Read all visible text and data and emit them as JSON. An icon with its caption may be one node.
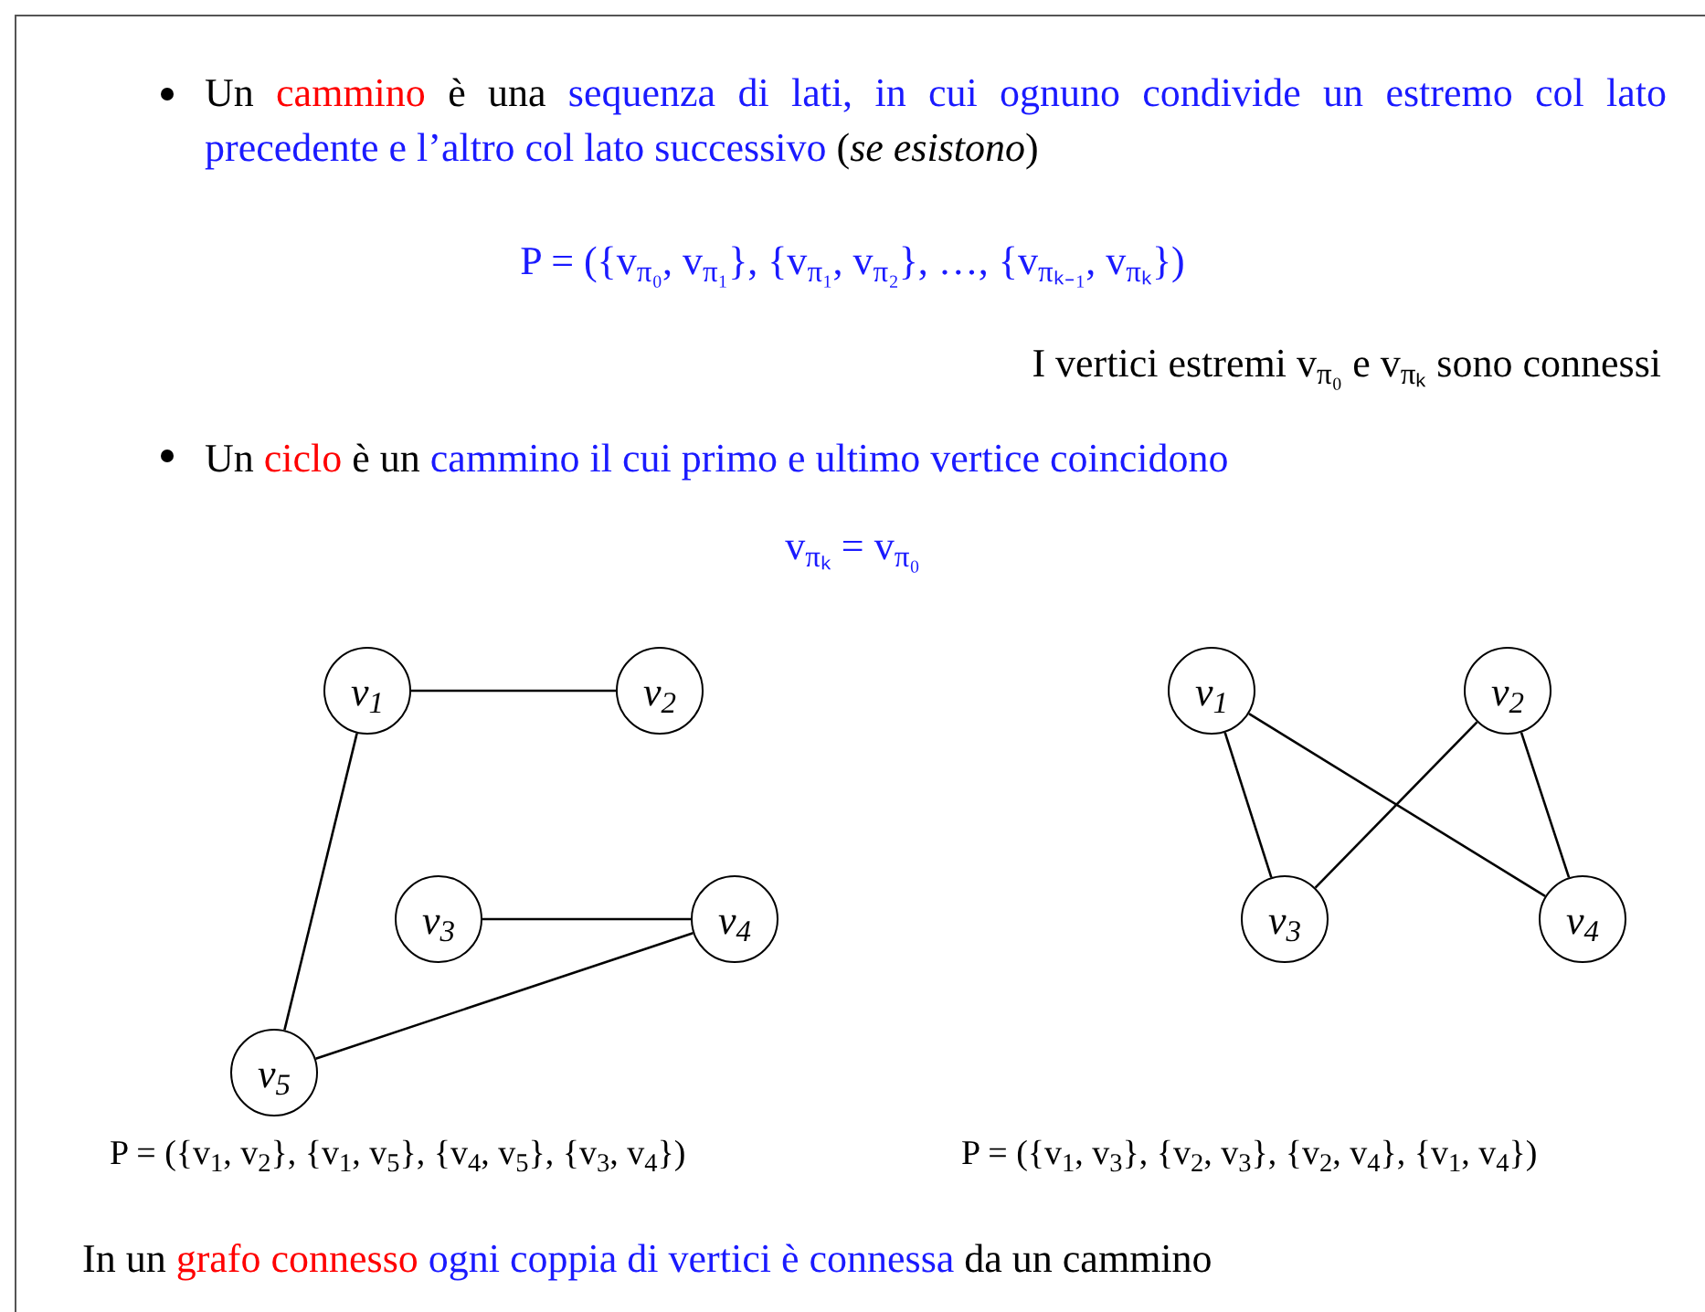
{
  "diagram": {
    "nodes": [
      {
        "text": [
          "v$_{1}$"
        ]
      },
      {
        "text": [
          "v$_{2}$"
        ]
      },
      {
        "text": [
          "v$_{3}$"
        ]
      },
      {
        "text": [
          "v$_{4}$"
        ]
      },
      {
        "text": [
          "v$_{5}$"
        ]
      },
      {
        "text": [
          "v$_{1}$"
        ]
      },
      {
        "text": [
          "v$_{2}$"
        ]
      },
      {
        "text": [
          "v$_{3}$"
        ]
      },
      {
        "text": [
          "v$_{4}$"
        ]
      }
    ],
    "edges": [
      {
        "from": 0,
        "to": 1,
        "arrow": "none"
      },
      {
        "from": 0,
        "to": 4,
        "arrow": "none"
      },
      {
        "from": 2,
        "to": 3,
        "arrow": "none"
      },
      {
        "from": 4,
        "to": 3,
        "arrow": "none"
      },
      {
        "from": 5,
        "to": 7,
        "arrow": "none"
      },
      {
        "from": 5,
        "to": 8,
        "arrow": "none"
      },
      {
        "from": 6,
        "to": 7,
        "arrow": "none"
      },
      {
        "from": 6,
        "to": 8,
        "arrow": "none"
      }
    ],
    "labels": [
      "Un",
      "cammino",
      "è una",
      "sequenza di lati, in cui ognuno condivide un estremo col lato precedente e l’altro col lato successivo",
      "(*se esistono*)",
      "P = ({v$_{π₀}$, v$_{π₁}$}, {v$_{π₁}$, v$_{π₂}$}, …, {v$_{πₖ₋₁}$, v$_{πₖ}$})",
      "I vertici estremi v$_{π₀}$ e v$_{πₖ}$ sono connessi",
      "Un",
      "ciclo",
      "è un",
      "cammino il cui primo e ultimo vertice coincidono",
      "v$_{πₖ}$ = v$_{π₀}$",
      "P = ({v$_{1}$, v$_{2}$}, {v$_{1}$, v$_{5}$}, {v$_{4}$, v$_{5}$}, {v$_{3}$, v$_{4}$})",
      "P = ({v$_{1}$, v$_{3}$}, {v$_{2}$, v$_{3}$}, {v$_{2}$, v$_{4}$}, {v$_{1}$, v$_{4}$})",
      "In un",
      "grafo connesso",
      "ogni coppia di vertici è connessa",
      "da un cammino"
    ]
  }
}
